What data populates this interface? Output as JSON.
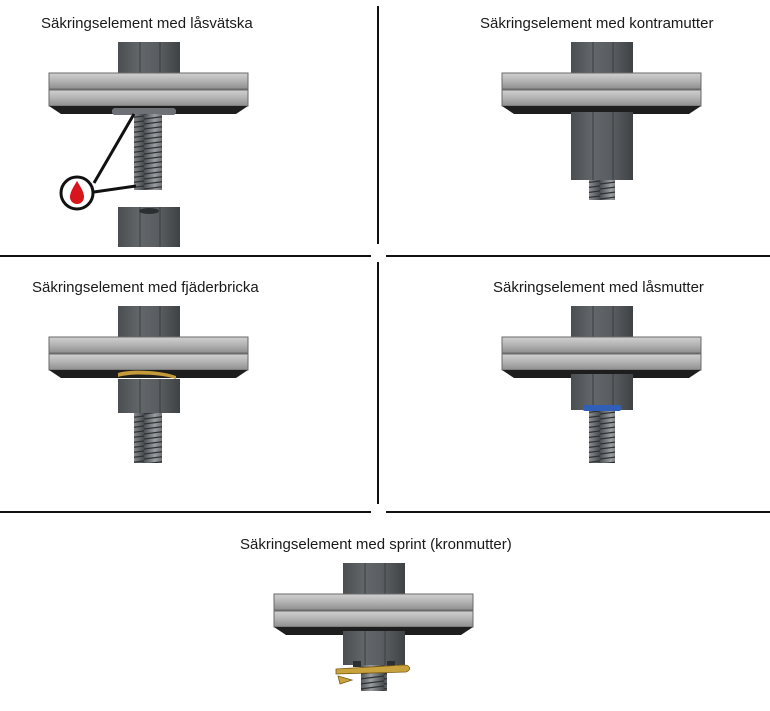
{
  "panels": [
    {
      "id": "lasvatska",
      "title": "Säkringselement med låsvätska"
    },
    {
      "id": "kontramutter",
      "title": "Säkringselement med kontramutter"
    },
    {
      "id": "fjaderbricka",
      "title": "Säkringselement med fjäderbricka"
    },
    {
      "id": "lasmutter",
      "title": "Säkringselement med låsmutter"
    },
    {
      "id": "sprint",
      "title": "Säkringselement med sprint (kronmutter)"
    }
  ],
  "colors": {
    "plate": "#b7b7b7",
    "plate_edge": "#5c5c5c",
    "bolt": "#55595c",
    "bolt_dark": "#2c2f31",
    "thread": "#8a8d8f",
    "drop_red": "#d8141c",
    "lock_blue": "#2f5fb8",
    "spring_gold": "#c49a3a",
    "pin_gold": "#c8a23c"
  }
}
